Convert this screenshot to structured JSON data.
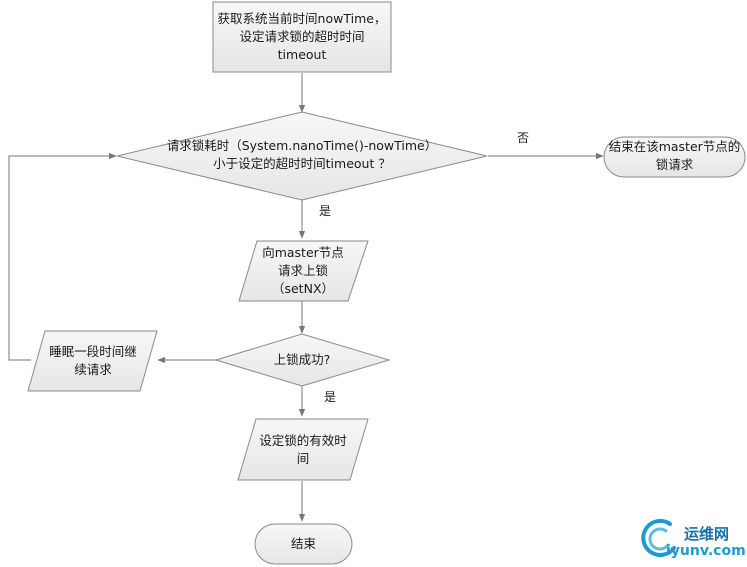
{
  "flowchart": {
    "start_box": [
      "获取系统当前时间nowTime，",
      "设定请求锁的超时时间",
      "timeout"
    ],
    "timeout_check": [
      "请求锁耗时（System.nanoTime()-nowTime）",
      "小于设定的超时时间timeout ？"
    ],
    "no_label": "否",
    "end_on_master": [
      "结束在该master节点的",
      "锁请求"
    ],
    "yes_label_1": "是",
    "request_lock": [
      "向master节点",
      "请求上锁",
      "（setNX）"
    ],
    "lock_success_check": "上锁成功?",
    "sleep_box": [
      "睡眠一段时间继",
      "续请求"
    ],
    "yes_label_2": "是",
    "set_expiry": [
      "设定锁的有效时",
      "间"
    ],
    "end": "结束"
  },
  "watermark": {
    "brand": "运维网",
    "domain": "iyunv.com",
    "accent_color": "#1c9ad6"
  },
  "colors": {
    "box_fill": "#f0f0f0",
    "stroke": "#8a8a8a",
    "connector": "#777777"
  }
}
